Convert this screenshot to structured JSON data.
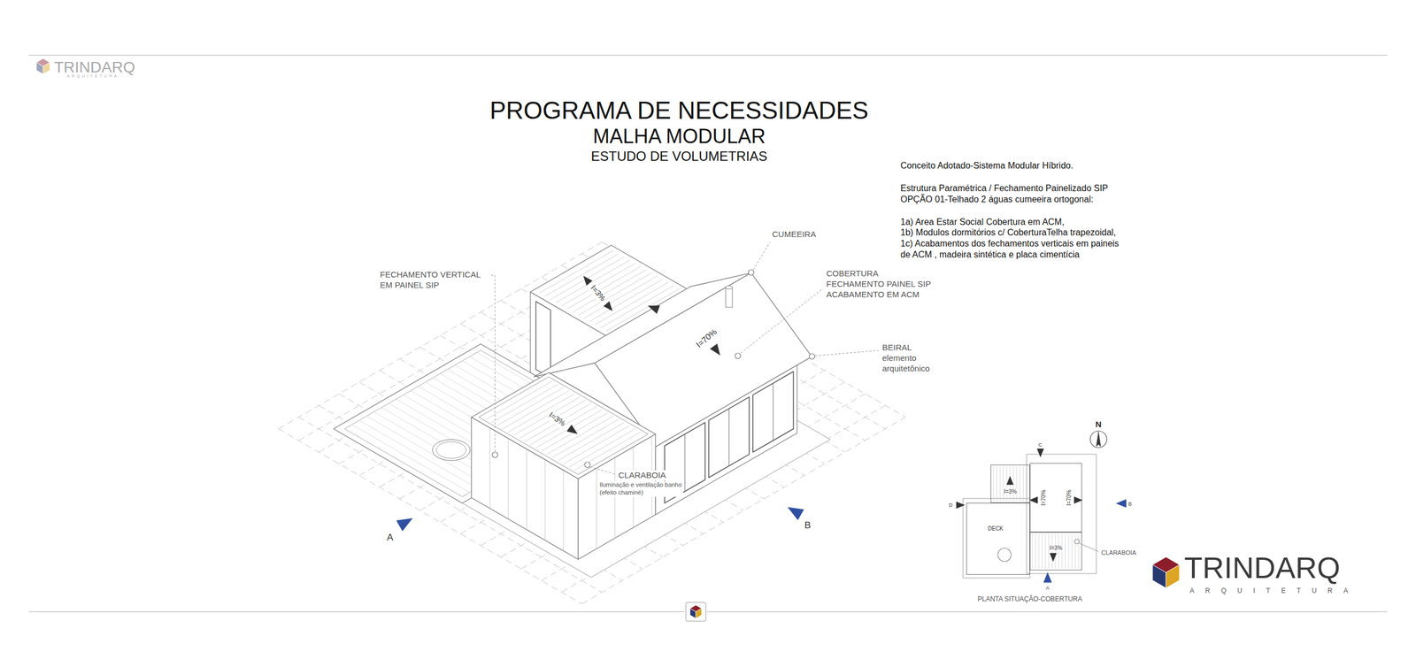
{
  "diagram": {
    "title": "PROGRAMA DE NECESSIDADES",
    "nodes": [
      {
        "text": [
          "I=3%"
        ]
      },
      {
        "text": [
          "I=70%",
          "I=70%"
        ]
      },
      {
        "text": [
          "DECK"
        ]
      },
      {
        "text": [
          "I=3%"
        ]
      }
    ],
    "labels": [
      "TRINDARQ",
      "ARQUITETURA",
      "MALHA MODULAR",
      "ESTUDO DE VOLUMETRIAS",
      "Conceito Adotado-Sistema Modular Híbrido.",
      "Estrutura Paramétrica / Fechamento Painelizado SIP",
      "OPÇÃO 01-Telhado 2 águas cumeeira ortogonal:",
      "1a) Area Estar Social Cobertura em ACM,",
      "1b) Modulos dormitórios c/ CoberturaTelha trapezoidal,",
      "1c) Acabamentos dos fechamentos verticais em paineis de ACM , madeira sintética e placa cimentícia",
      "CUMEEIRA",
      "FECHAMENTO VERTICAL EM PAINEL SIP",
      "COBERTURA",
      "FECHAMENTO PAINEL SIP ACABAMENTO EM ACM",
      "BEIRAL",
      "elemento arquitetônico",
      "I=3%",
      "I=70%",
      "I=3%",
      "CLARABOIA",
      "Iluminação e ventilação banho (efeito chaminé)",
      "A",
      "B",
      "N",
      "C",
      "D",
      "B",
      "A",
      "CLARABOIA",
      "PLANTA SITUAÇÃO-COBERTURA",
      "TRINDARQ",
      "ARQUITETURA"
    ]
  }
}
